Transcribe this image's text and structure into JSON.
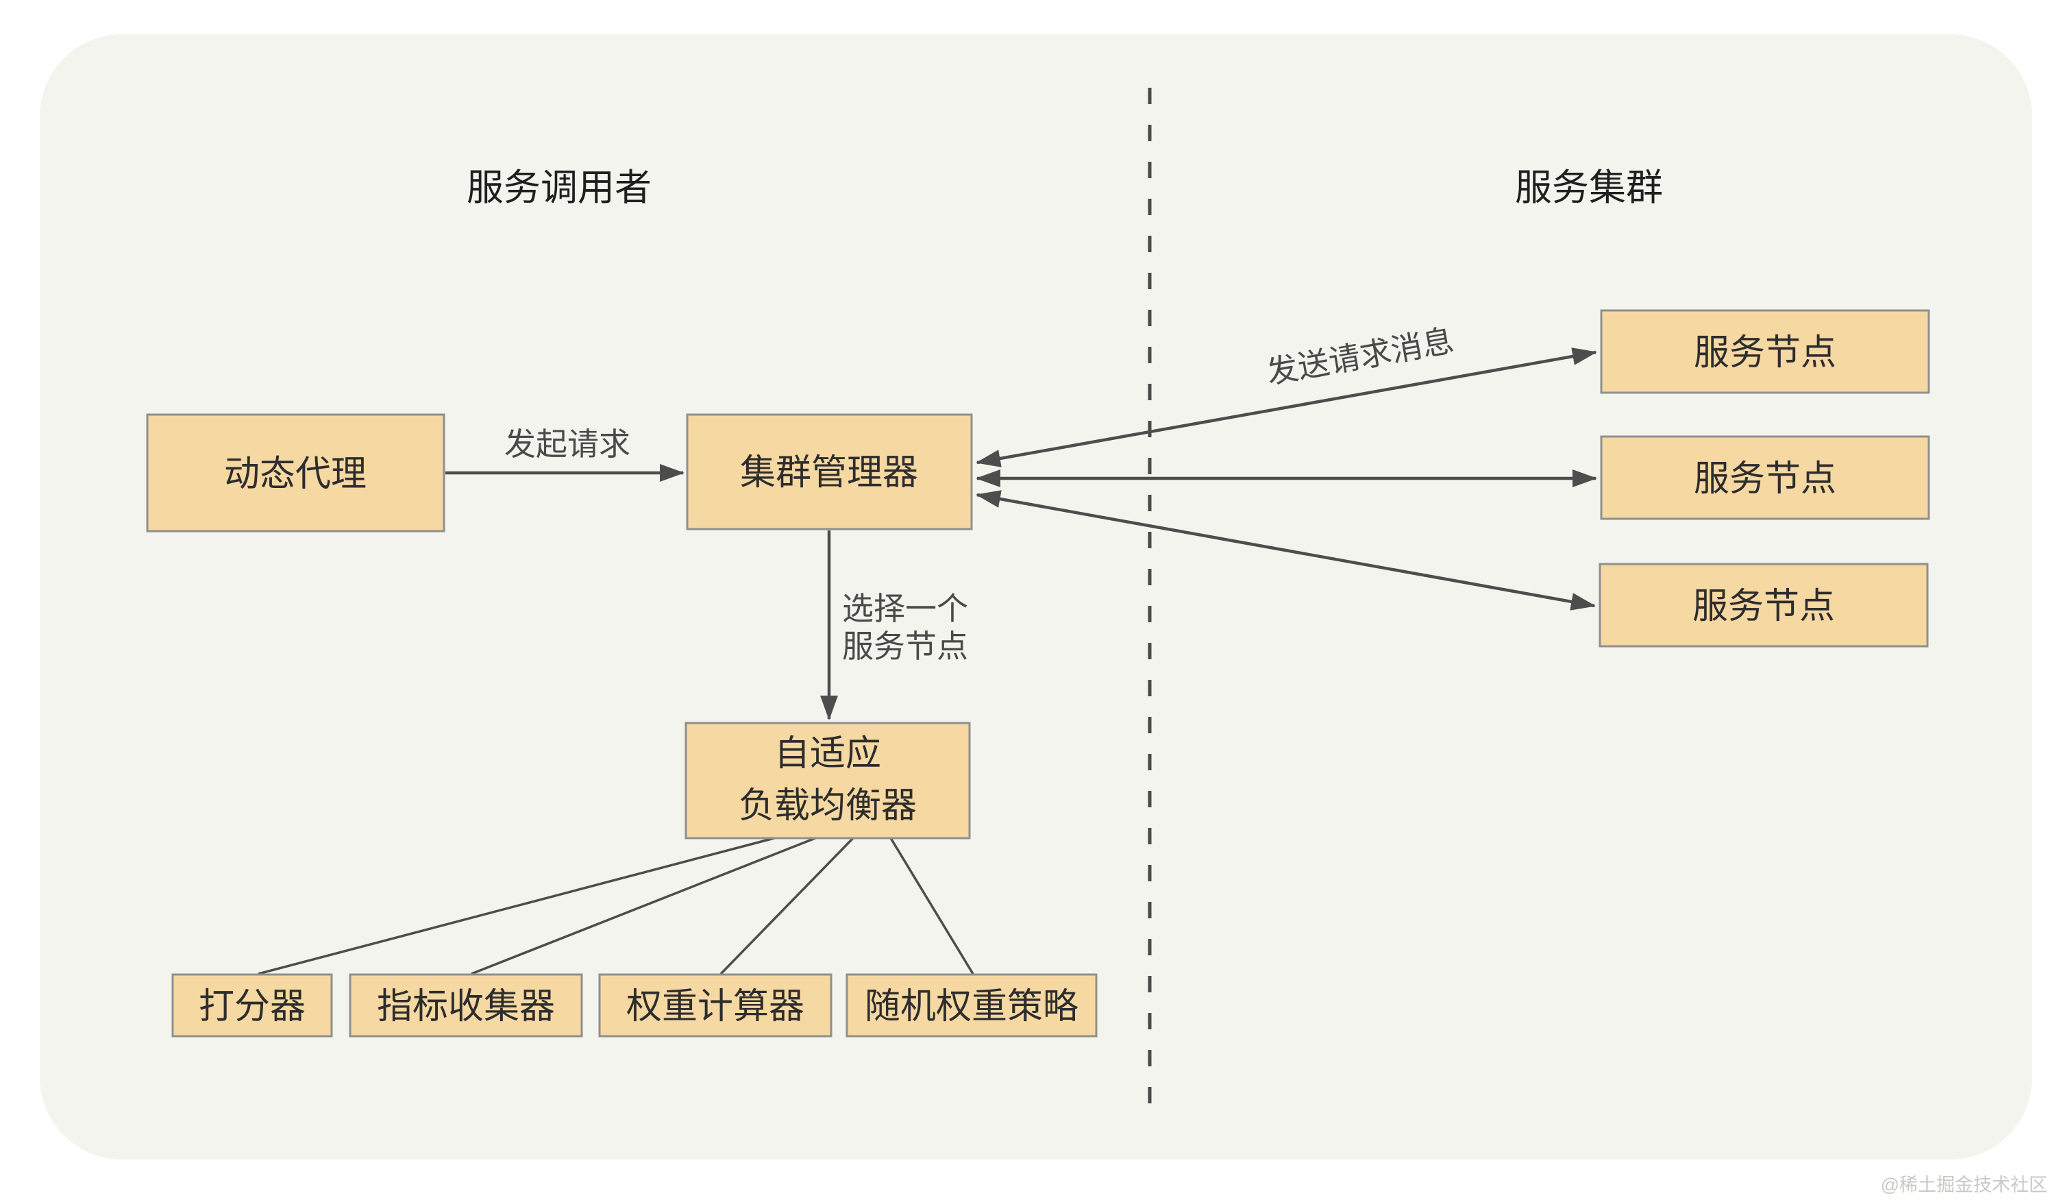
{
  "titles": {
    "left": "服务调用者",
    "right": "服务集群"
  },
  "boxes": {
    "dynamic_proxy": "动态代理",
    "cluster_manager": "集群管理器",
    "service_node_1": "服务节点",
    "service_node_2": "服务节点",
    "service_node_3": "服务节点",
    "adaptive_lb_line1": "自适应",
    "adaptive_lb_line2": "负载均衡器",
    "scorer": "打分器",
    "metric_collector": "指标收集器",
    "weight_calculator": "权重计算器",
    "random_weight_strategy": "随机权重策略"
  },
  "edges": {
    "initiate_request": "发起请求",
    "send_request_message": "发送请求消息",
    "select_node_line1": "选择一个",
    "select_node_line2": "服务节点"
  },
  "watermark": "@稀土掘金技术社区",
  "colors": {
    "panel_bg": "#F4F4EF",
    "box_fill": "#F6D8A2",
    "box_border": "#8F8F8D",
    "line": "#4D4D4D",
    "box_text": "#2D2D2D",
    "label_text": "#4A4A4A",
    "title_text": "#1F1F1F",
    "watermark_text": "#C9C9C3"
  }
}
